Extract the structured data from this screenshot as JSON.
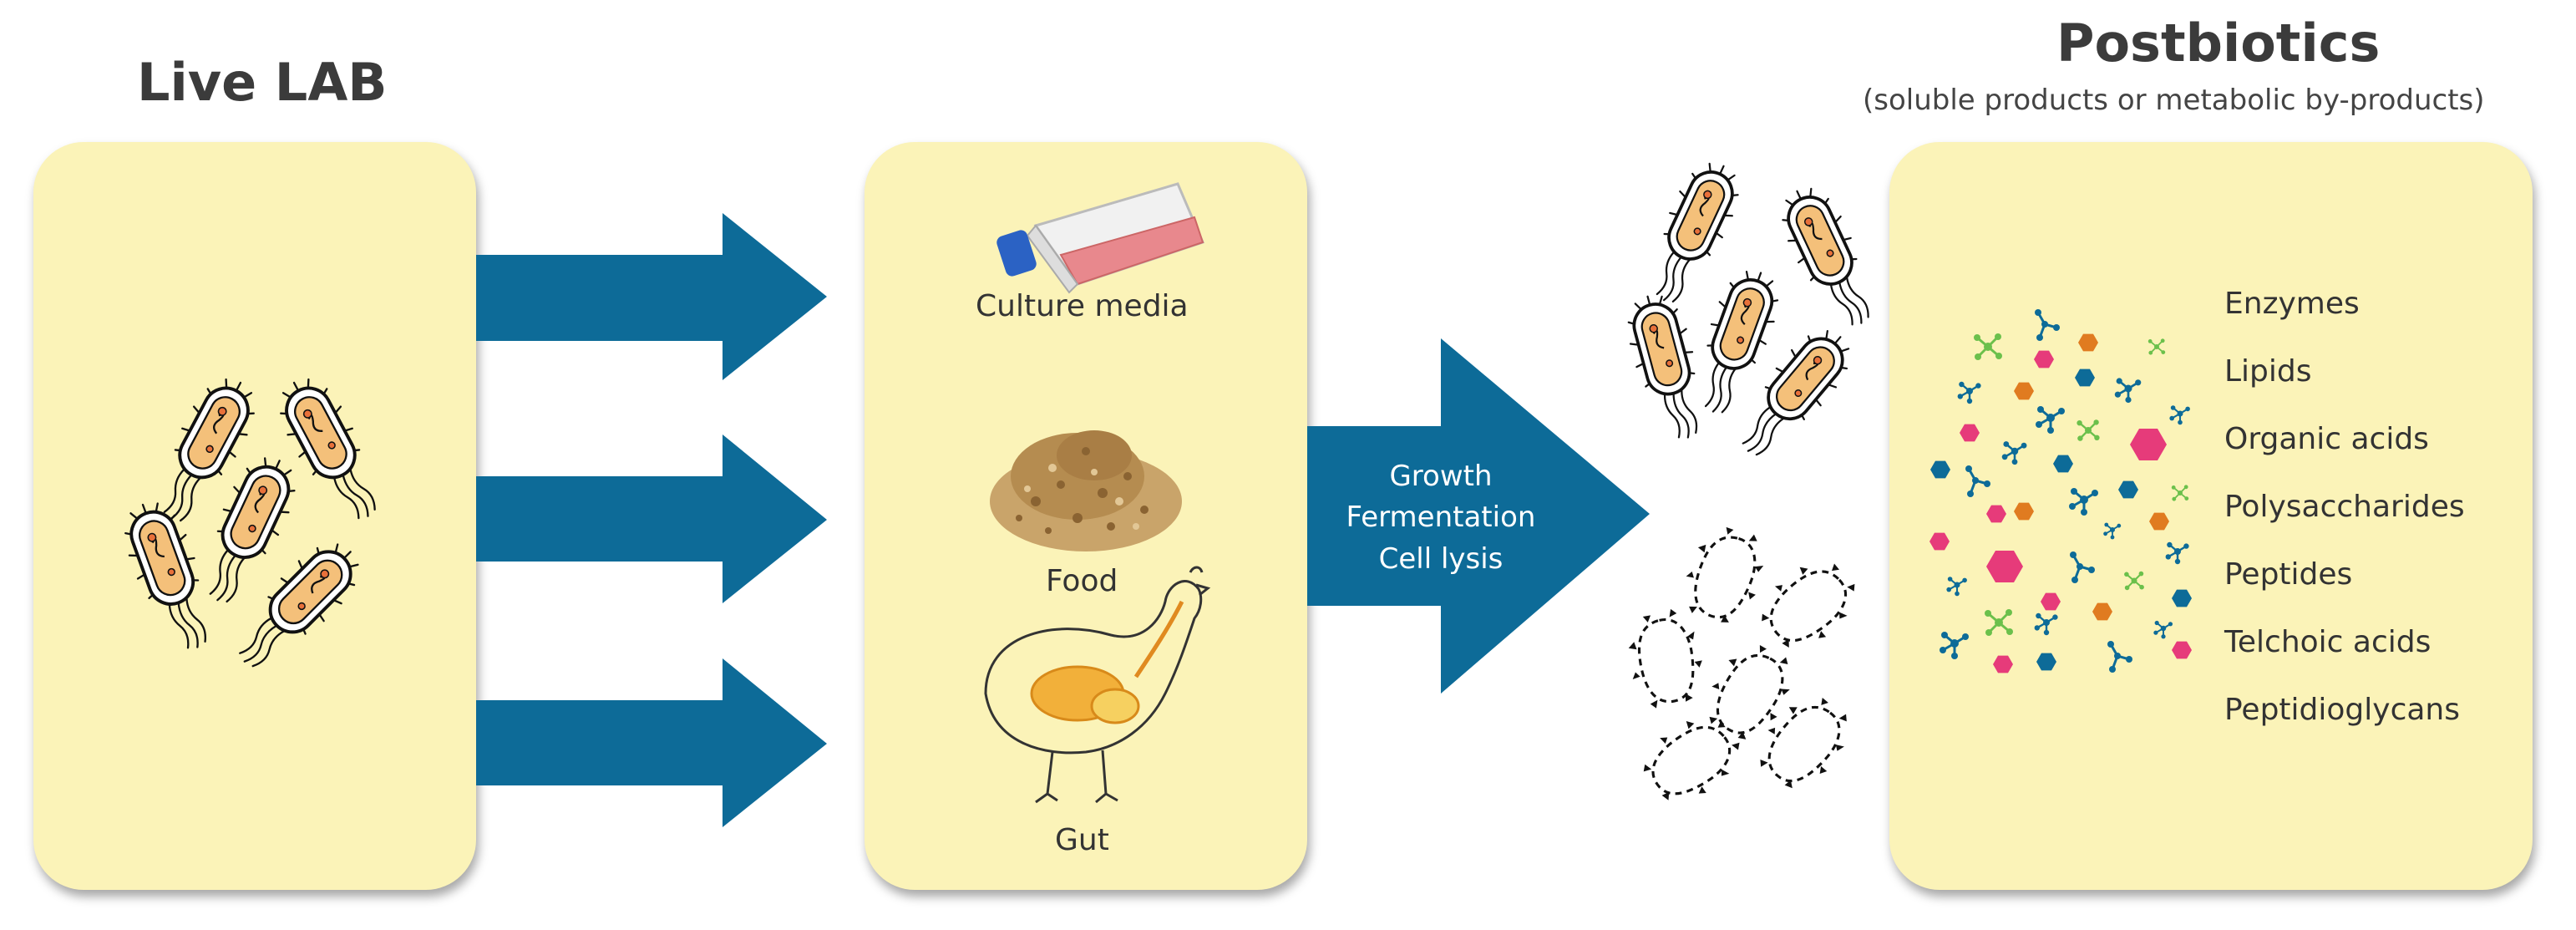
{
  "left": {
    "title": "Live LAB"
  },
  "middle": {
    "culture_label": "Culture media",
    "food_label": "Food",
    "gut_label": "Gut"
  },
  "process": {
    "lines": [
      "Growth",
      "Fermentation",
      "Cell lysis"
    ]
  },
  "right": {
    "title": "Postbiotics",
    "subtitle": "(soluble products or metabolic by-products)",
    "items": [
      "Enzymes",
      "Lipids",
      "Organic acids",
      "Polysaccharides",
      "Peptides",
      "Telchoic acids",
      "Peptidioglycans"
    ]
  },
  "colors": {
    "panel": "#fbf3b8",
    "arrow": "#0d6b98",
    "bacteria_fill": "#f4c07a",
    "molecule_blue": "#0d6b98",
    "molecule_green": "#6bc04b",
    "molecule_pink": "#e63b7a",
    "molecule_orange": "#e07b20"
  },
  "icons": [
    "rod-bacterium-icon",
    "lysed-bacterium-icon",
    "culture-flask-icon",
    "food-pile-icon",
    "chicken-gut-icon",
    "molecule-icon"
  ]
}
